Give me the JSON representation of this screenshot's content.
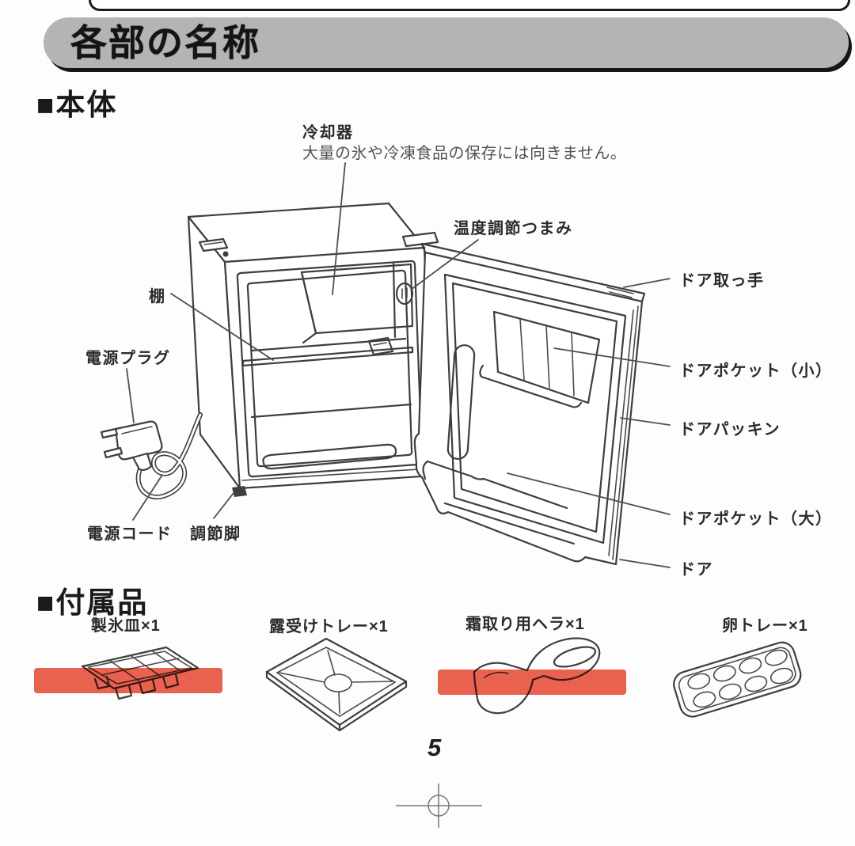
{
  "page": {
    "section_title": "各部の名称",
    "body_section_heading": "■本体",
    "accessories_section_heading": "■付属品",
    "page_number": "5"
  },
  "diagram": {
    "parts": [
      {
        "id": "cooling-unit",
        "label": "冷却器",
        "note": "大量の氷や冷凍食品の保存には向きません。"
      },
      {
        "id": "temperature-control-knob",
        "label": "温度調節つまみ"
      },
      {
        "id": "door-handle",
        "label": "ドア取っ手"
      },
      {
        "id": "shelf",
        "label": "棚"
      },
      {
        "id": "door-pocket-small",
        "label": "ドアポケット（小）"
      },
      {
        "id": "power-plug",
        "label": "電源プラグ"
      },
      {
        "id": "door-gasket",
        "label": "ドアパッキン"
      },
      {
        "id": "door-pocket-large",
        "label": "ドアポケット（大）"
      },
      {
        "id": "power-cord",
        "label": "電源コード"
      },
      {
        "id": "adjustable-foot",
        "label": "調節脚"
      },
      {
        "id": "door",
        "label": "ドア"
      }
    ]
  },
  "accessories": [
    {
      "id": "ice-tray",
      "label": "製氷皿×1",
      "highlighted": true
    },
    {
      "id": "drip-tray",
      "label": "露受けトレー×1",
      "highlighted": false
    },
    {
      "id": "defrost-spatula",
      "label": "霜取り用ヘラ×1",
      "highlighted": true
    },
    {
      "id": "egg-tray",
      "label": "卵トレー×1",
      "highlighted": false
    }
  ],
  "colors": {
    "highlight_marker": "#e8452e",
    "header_bar": "#b4b4b4",
    "line_art": "#3e3e3e"
  }
}
